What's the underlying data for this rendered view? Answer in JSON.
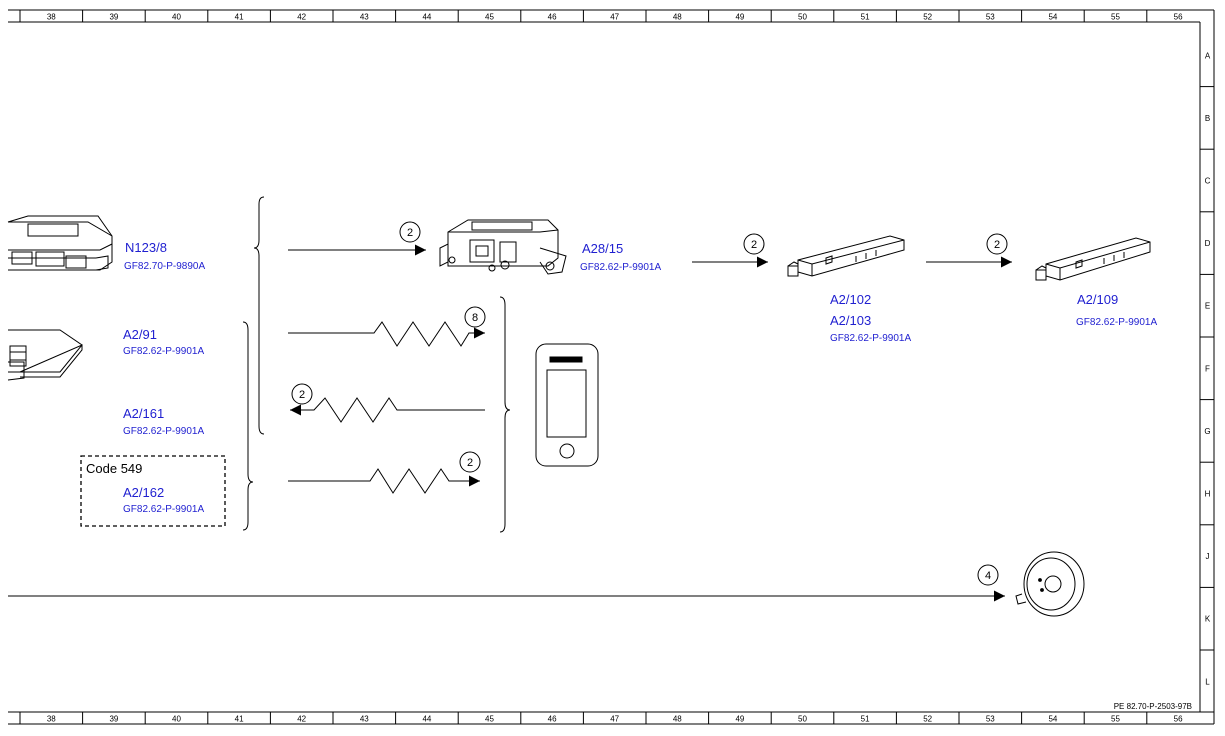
{
  "grid": {
    "columns": [
      "38",
      "39",
      "40",
      "41",
      "42",
      "43",
      "44",
      "45",
      "46",
      "47",
      "48",
      "49",
      "50",
      "51",
      "52",
      "53",
      "54",
      "55",
      "56"
    ],
    "rows": [
      "A",
      "B",
      "C",
      "D",
      "E",
      "F",
      "G",
      "H",
      "J",
      "K",
      "L"
    ]
  },
  "components": {
    "n123_8": {
      "id": "N123/8",
      "ref": "GF82.70-P-9890A"
    },
    "a2_91": {
      "id": "A2/91",
      "ref": "GF82.62-P-9901A"
    },
    "a2_161": {
      "id": "A2/161",
      "ref": "GF82.62-P-9901A"
    },
    "a2_162": {
      "id": "A2/162",
      "ref": "GF82.62-P-9901A",
      "code": "Code 549"
    },
    "a28_15": {
      "id": "A28/15",
      "ref": "GF82.62-P-9901A"
    },
    "a2_102_103": {
      "id1": "A2/102",
      "id2": "A2/103",
      "ref": "GF82.62-P-9901A"
    },
    "a2_109": {
      "id": "A2/109",
      "ref": "GF82.62-P-9901A"
    }
  },
  "connections": {
    "c1": "2",
    "c2": "8",
    "c3": "2",
    "c4": "2",
    "c5": "2",
    "c6": "2",
    "c7": "4"
  },
  "footer": {
    "doc_ref": "PE 82.70-P-2503-97B"
  },
  "colors": {
    "label": "#1f1fd0",
    "line": "#000000"
  }
}
